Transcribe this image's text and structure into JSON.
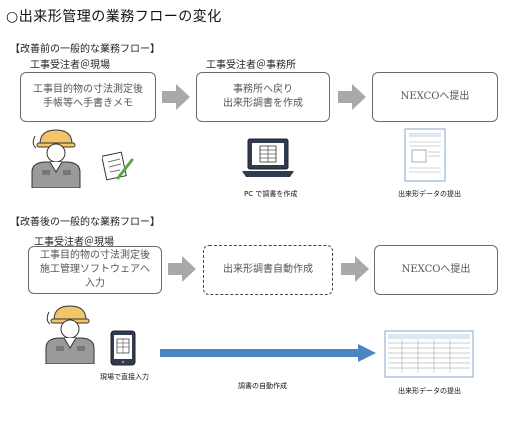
{
  "title": "○出来形管理の業務フローの変化",
  "before": {
    "heading": "【改善前の一般的な業務フロー】",
    "role1": "工事受注者＠現場",
    "role2": "工事受注者＠事務所",
    "box1": [
      "工事目的物の寸法測定後",
      "手帳等へ手書きメモ"
    ],
    "box2": [
      "事務所へ戻り",
      "出来形調書を作成"
    ],
    "box3": "NEXCOへ提出",
    "cap_pc": "PC で調書を作成",
    "cap_submit": "出来形データの提出"
  },
  "after": {
    "heading": "【改善後の一般的な業務フロー】",
    "role1": "工事受注者＠現場",
    "box1": [
      "工事目的物の寸法測定後",
      "施工管理ソフトウェアへ",
      "入力"
    ],
    "box2": "出来形調書自動作成",
    "box3": "NEXCOへ提出",
    "cap_input": "現場で直接入力",
    "cap_auto": "調書の自動作成",
    "cap_submit": "出来形データの提出"
  },
  "colors": {
    "helmet": "#f3c56b",
    "arrow_gray": "#a9a9a9",
    "arrow_blue": "#4d84c4"
  },
  "icons": [
    "worker-icon",
    "memo-pencil-icon",
    "laptop-icon",
    "document-icon",
    "tablet-icon",
    "spreadsheet-icon"
  ]
}
